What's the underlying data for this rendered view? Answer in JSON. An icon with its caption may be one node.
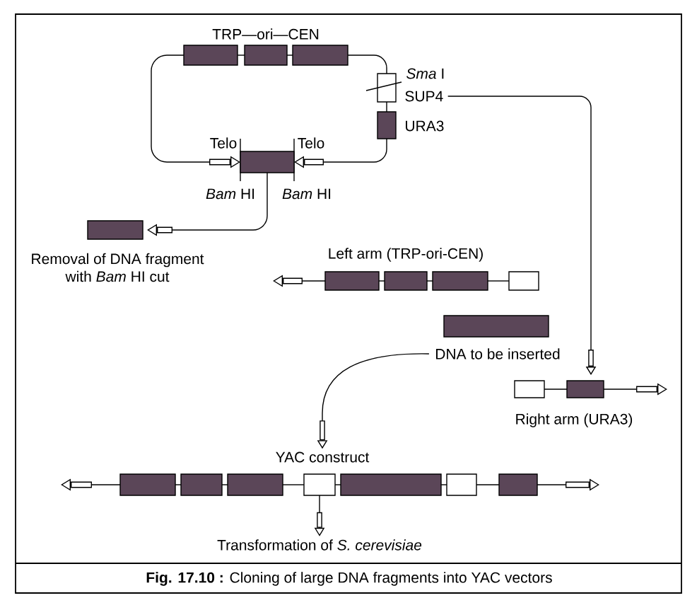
{
  "diagram": {
    "caption": "**Fig. 17.10 :** Cloning of large DNA fragments into YAC vectors",
    "nodes": [
      {
        "text": [],
        "shape": "box"
      },
      {
        "text": [],
        "shape": "box"
      },
      {
        "text": [],
        "shape": "box"
      },
      {
        "text": [],
        "shape": "box",
        "beside": [
          "SUP4"
        ]
      },
      {
        "text": [],
        "shape": "box",
        "beside": [
          "URA3"
        ]
      },
      {
        "text": [],
        "shape": "box"
      },
      {
        "text": [],
        "shape": "box",
        "beside": [
          "Removal of DNA fragment with *Bam* HI cut"
        ]
      },
      {
        "text": [],
        "shape": "box"
      },
      {
        "text": [],
        "shape": "box"
      },
      {
        "text": [],
        "shape": "box"
      },
      {
        "text": [],
        "shape": "box"
      },
      {
        "text": [],
        "shape": "box",
        "beside": [
          "DNA to be inserted"
        ]
      },
      {
        "text": [],
        "shape": "box"
      },
      {
        "text": [],
        "shape": "box"
      },
      {
        "text": [
          "YAC construct"
        ]
      },
      {
        "text": [],
        "shape": "box"
      },
      {
        "text": [],
        "shape": "box"
      },
      {
        "text": [],
        "shape": "box"
      },
      {
        "text": [],
        "shape": "box"
      },
      {
        "text": [],
        "shape": "box"
      },
      {
        "text": [],
        "shape": "box"
      },
      {
        "text": [],
        "shape": "box"
      },
      {
        "text": [
          "Transformation of *S. cerevisiae*"
        ]
      }
    ],
    "edges": [
      {
        "from": 0,
        "to": 1,
        "arrow": "none"
      },
      {
        "from": 1,
        "to": 2,
        "arrow": "none"
      },
      {
        "from": 2,
        "to": 3,
        "arrow": "none"
      },
      {
        "from": 3,
        "to": 4,
        "arrow": "none"
      },
      {
        "from": 4,
        "to": 5,
        "arrow": "to",
        "label": "Telo"
      },
      {
        "from": 0,
        "to": 5,
        "arrow": "to",
        "label": "Telo"
      },
      {
        "from": 5,
        "to": 6,
        "arrow": "to"
      },
      {
        "from": 3,
        "to": 13,
        "arrow": "to"
      },
      {
        "from": 7,
        "to": null,
        "arrow": "to"
      },
      {
        "from": 7,
        "to": 8,
        "arrow": "none"
      },
      {
        "from": 8,
        "to": 9,
        "arrow": "none"
      },
      {
        "from": 9,
        "to": 10,
        "arrow": "none"
      },
      {
        "from": 11,
        "to": 14,
        "arrow": "to"
      },
      {
        "from": 12,
        "to": 13,
        "arrow": "none"
      },
      {
        "from": 13,
        "to": null,
        "arrow": "to"
      },
      {
        "from": 15,
        "to": null,
        "arrow": "to"
      },
      {
        "from": 15,
        "to": 16,
        "arrow": "none"
      },
      {
        "from": 16,
        "to": 17,
        "arrow": "none"
      },
      {
        "from": 17,
        "to": 18,
        "arrow": "none"
      },
      {
        "from": 18,
        "to": 19,
        "arrow": "none"
      },
      {
        "from": 19,
        "to": 20,
        "arrow": "none"
      },
      {
        "from": 20,
        "to": 21,
        "arrow": "none"
      },
      {
        "from": 21,
        "to": null,
        "arrow": "to"
      },
      {
        "from": 18,
        "to": 22,
        "arrow": "to"
      }
    ],
    "labels": [
      "TRP—ori—CEN",
      "*Sma* I",
      "*Bam* HI",
      "*Bam* HI",
      "Left arm (TRP-ori-CEN)",
      "Right arm (URA3)"
    ]
  }
}
